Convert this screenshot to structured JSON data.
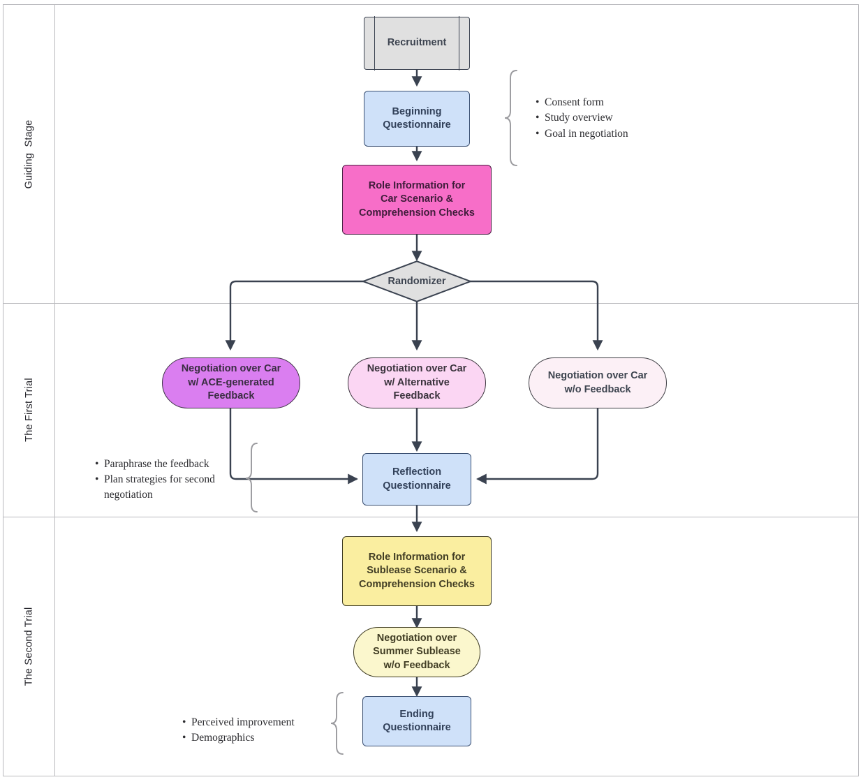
{
  "lanes": [
    {
      "label": "Guiding  Stage"
    },
    {
      "label": "The First Trial"
    },
    {
      "label": "The Second Trial"
    }
  ],
  "nodes": {
    "recruitment": {
      "label": "Recruitment",
      "shape": "predefined-process",
      "fill": "#e0e0e0"
    },
    "beginning_questionnaire": {
      "label": "Beginning\nQuestionnaire",
      "shape": "rect",
      "fill": "#cfe1f9"
    },
    "role_info_car": {
      "label": "Role Information for\nCar Scenario &\nComprehension Checks",
      "shape": "rect",
      "fill": "#f76ec8"
    },
    "randomizer": {
      "label": "Randomizer",
      "shape": "diamond",
      "fill": "#e0e0e0"
    },
    "negotiation_ace": {
      "label": "Negotiation over Car\nw/ ACE-generated\nFeedback",
      "shape": "stadium",
      "fill": "#da7ef0"
    },
    "negotiation_alt": {
      "label": "Negotiation over Car\nw/ Alternative\nFeedback",
      "shape": "stadium",
      "fill": "#fbd6f3"
    },
    "negotiation_none": {
      "label": "Negotiation over Car\nw/o Feedback",
      "shape": "stadium",
      "fill": "#fcf0f6"
    },
    "reflection_questionnaire": {
      "label": "Reflection\nQuestionnaire",
      "shape": "rect",
      "fill": "#cfe1f9"
    },
    "role_info_sublease": {
      "label": "Role Information for\nSublease Scenario &\nComprehension Checks",
      "shape": "rect",
      "fill": "#faeea0"
    },
    "negotiation_sublease": {
      "label": "Negotiation over\nSummer Sublease\nw/o Feedback",
      "shape": "stadium",
      "fill": "#fbf7cd"
    },
    "ending_questionnaire": {
      "label": "Ending\nQuestionnaire",
      "shape": "rect",
      "fill": "#cfe1f9"
    }
  },
  "annotations": {
    "guiding": {
      "items": [
        "Consent form",
        "Study overview",
        "Goal in negotiation"
      ]
    },
    "reflection": {
      "items": [
        "Paraphrase the feedback",
        "Plan strategies for second negotiation"
      ]
    },
    "ending": {
      "items": [
        "Perceived improvement",
        "Demographics"
      ]
    }
  },
  "colors": {
    "edge": "#3a4250",
    "frame": "#b9b9bd",
    "brace": "#9a9a9e"
  }
}
